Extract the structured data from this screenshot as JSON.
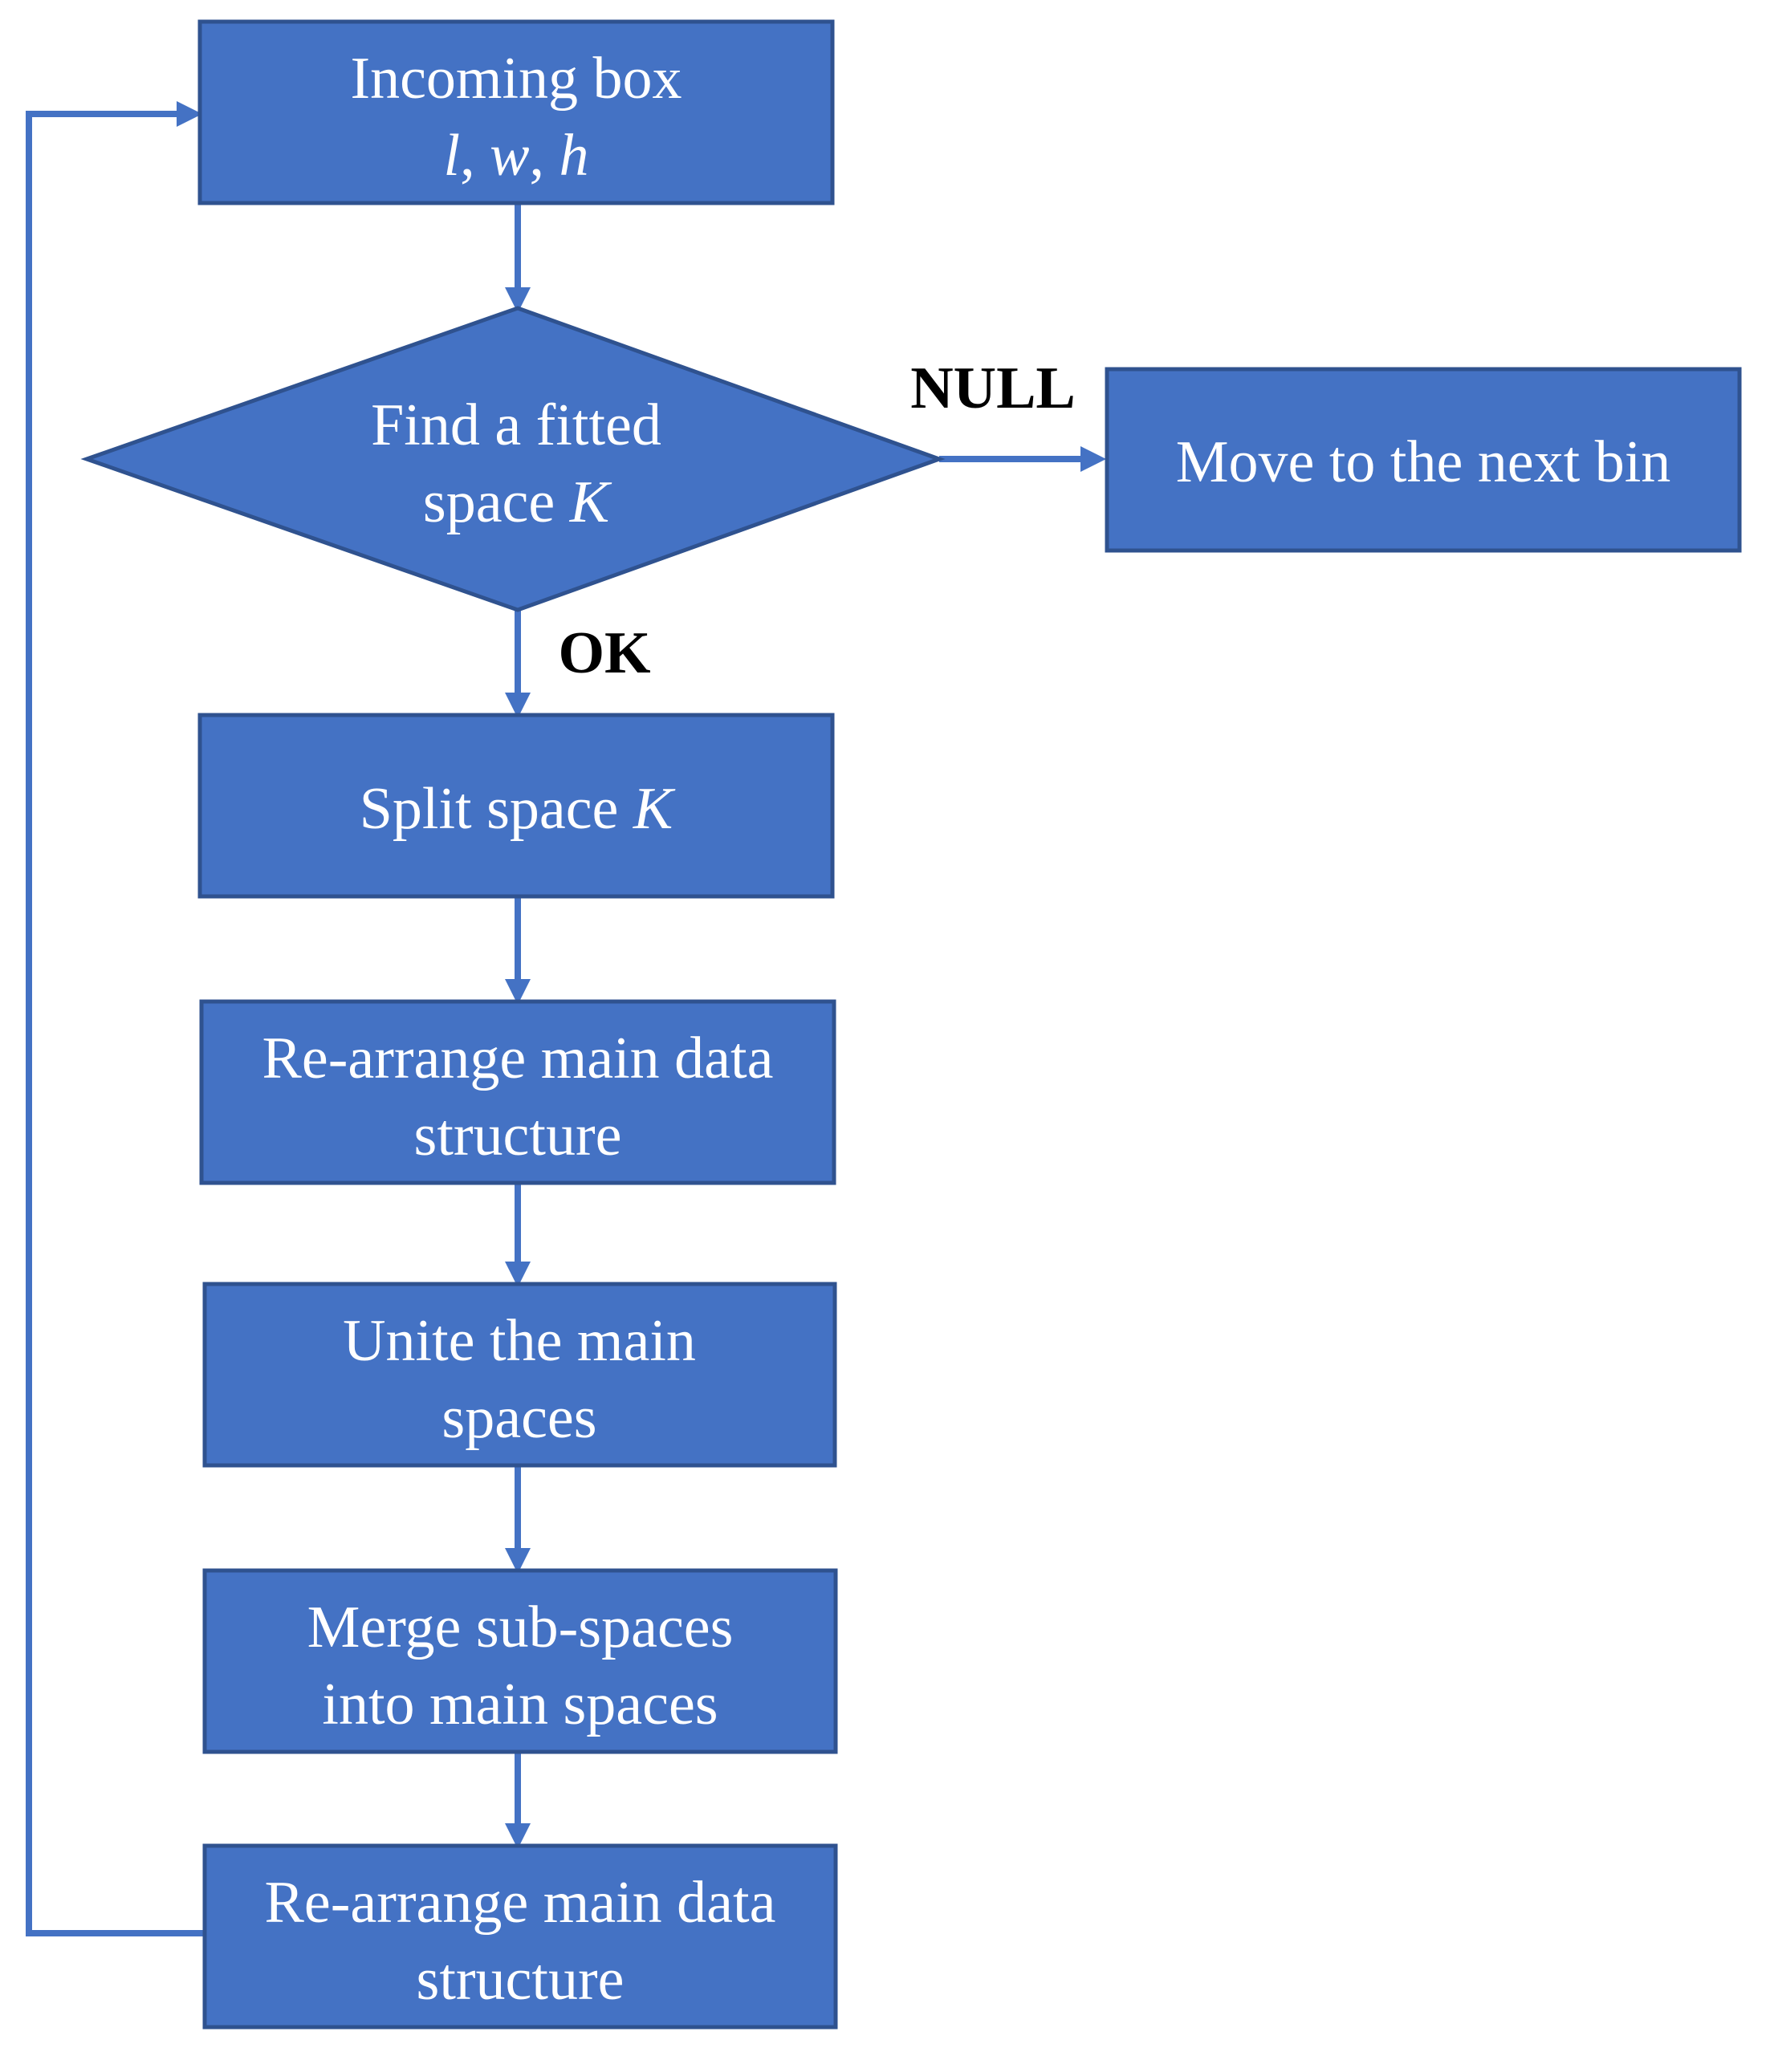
{
  "colors": {
    "node_fill": "#4472C4",
    "node_border": "#2F528F",
    "edge": "#4472C4",
    "node_text": "#ffffff",
    "edge_label": "#000000"
  },
  "nodes": {
    "incoming_box": {
      "line1": "Incoming box",
      "line2": {
        "l": "l",
        "sep1": ", ",
        "w": "w",
        "sep2": ", ",
        "h": "h"
      }
    },
    "find_space": {
      "line1": "Find a fitted",
      "line2_prefix": "space ",
      "line2_var": "K"
    },
    "move_next_bin": {
      "label": "Move to the next bin"
    },
    "split_space": {
      "prefix": "Split space ",
      "var": "K"
    },
    "rearrange_1": {
      "line1": "Re-arrange main data",
      "line2": "structure"
    },
    "unite_spaces": {
      "line1": "Unite the main",
      "line2": "spaces"
    },
    "merge_subspaces": {
      "line1": "Merge sub-spaces",
      "line2": "into main spaces"
    },
    "rearrange_2": {
      "line1": "Re-arrange main data",
      "line2": "structure"
    }
  },
  "edges": {
    "null_label": "NULL",
    "ok_label": "OK"
  }
}
